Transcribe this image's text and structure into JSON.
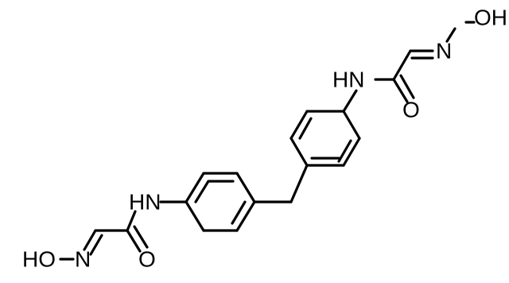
{
  "labels": {
    "top_hydroxyl": "OH",
    "top_oxime_o": "O",
    "top_oxime_n": "N",
    "top_amide_nh": "HN",
    "top_carbonyl_o": "O",
    "bottom_amide_nh": "HN",
    "bottom_hydroxyl": "HO",
    "bottom_oxime_o": "O",
    "bottom_oxime_n": "N",
    "bottom_carbonyl_o": "O"
  },
  "colors": {
    "bond": "#000000",
    "text": "#000000",
    "background": "#ffffff"
  }
}
